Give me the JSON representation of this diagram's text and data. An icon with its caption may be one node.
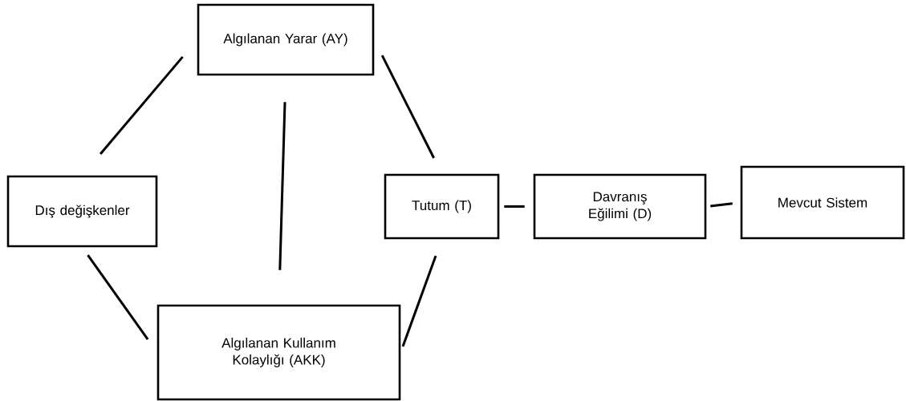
{
  "diagram": {
    "nodes": [
      {
        "text": [
          "Algılanan Yarar (AY)"
        ]
      },
      {
        "text": [
          "Dış değişkenler"
        ]
      },
      {
        "text": [
          "Tutum (T)"
        ]
      },
      {
        "text": [
          "Davranış Eğilimi (D)"
        ]
      },
      {
        "text": [
          "Mevcut Sistem"
        ]
      },
      {
        "text": [
          "Algılanan Kullanım Kolaylığı (AKK)"
        ]
      }
    ],
    "edges": [
      {
        "from": 1,
        "to": 0,
        "arrow": "none"
      },
      {
        "from": 0,
        "to": 2,
        "arrow": "none"
      },
      {
        "from": 0,
        "to": 5,
        "arrow": "none"
      },
      {
        "from": 1,
        "to": 5,
        "arrow": "none"
      },
      {
        "from": 5,
        "to": 2,
        "arrow": "none"
      },
      {
        "from": 2,
        "to": 3,
        "arrow": "none"
      },
      {
        "from": 3,
        "to": 4,
        "arrow": "none"
      }
    ]
  }
}
